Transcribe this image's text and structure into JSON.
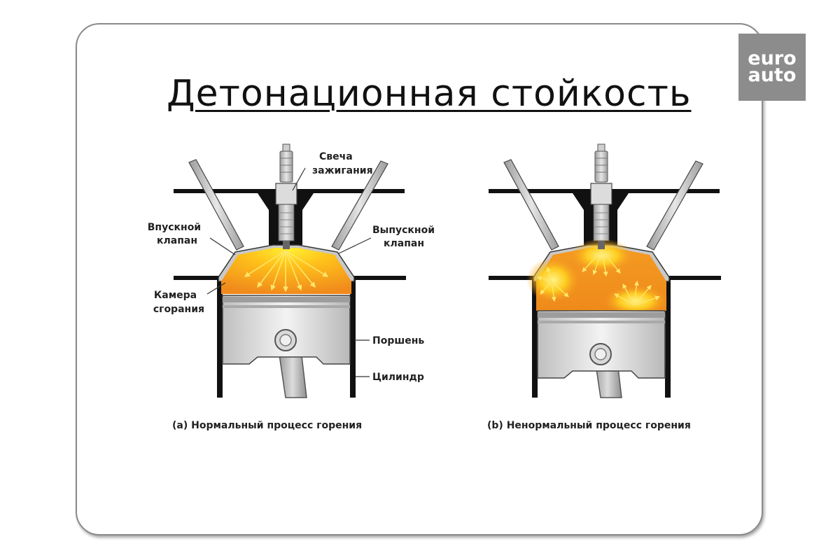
{
  "title": "Детонационная стойкость",
  "logo": {
    "line1": "euro",
    "line2": "auto"
  },
  "labels": {
    "spark_plug": [
      "Свеча",
      "зажигания"
    ],
    "intake_valve": [
      "Впускной",
      "клапан"
    ],
    "exhaust_valve": [
      "Выпускной",
      "клапан"
    ],
    "combustion_chamber": [
      "Камера",
      "сгорания"
    ],
    "piston": "Поршень",
    "cylinder": "Цилиндр"
  },
  "captions": {
    "a": "(a)  Нормальный процесс горения",
    "b": "(b)  Ненормальный процесс горения"
  },
  "colors": {
    "flame_outer": "#f08a1c",
    "flame_core": "#ffee33",
    "metal": "#d2d2d2",
    "logo_bg": "#8c8c8c"
  }
}
